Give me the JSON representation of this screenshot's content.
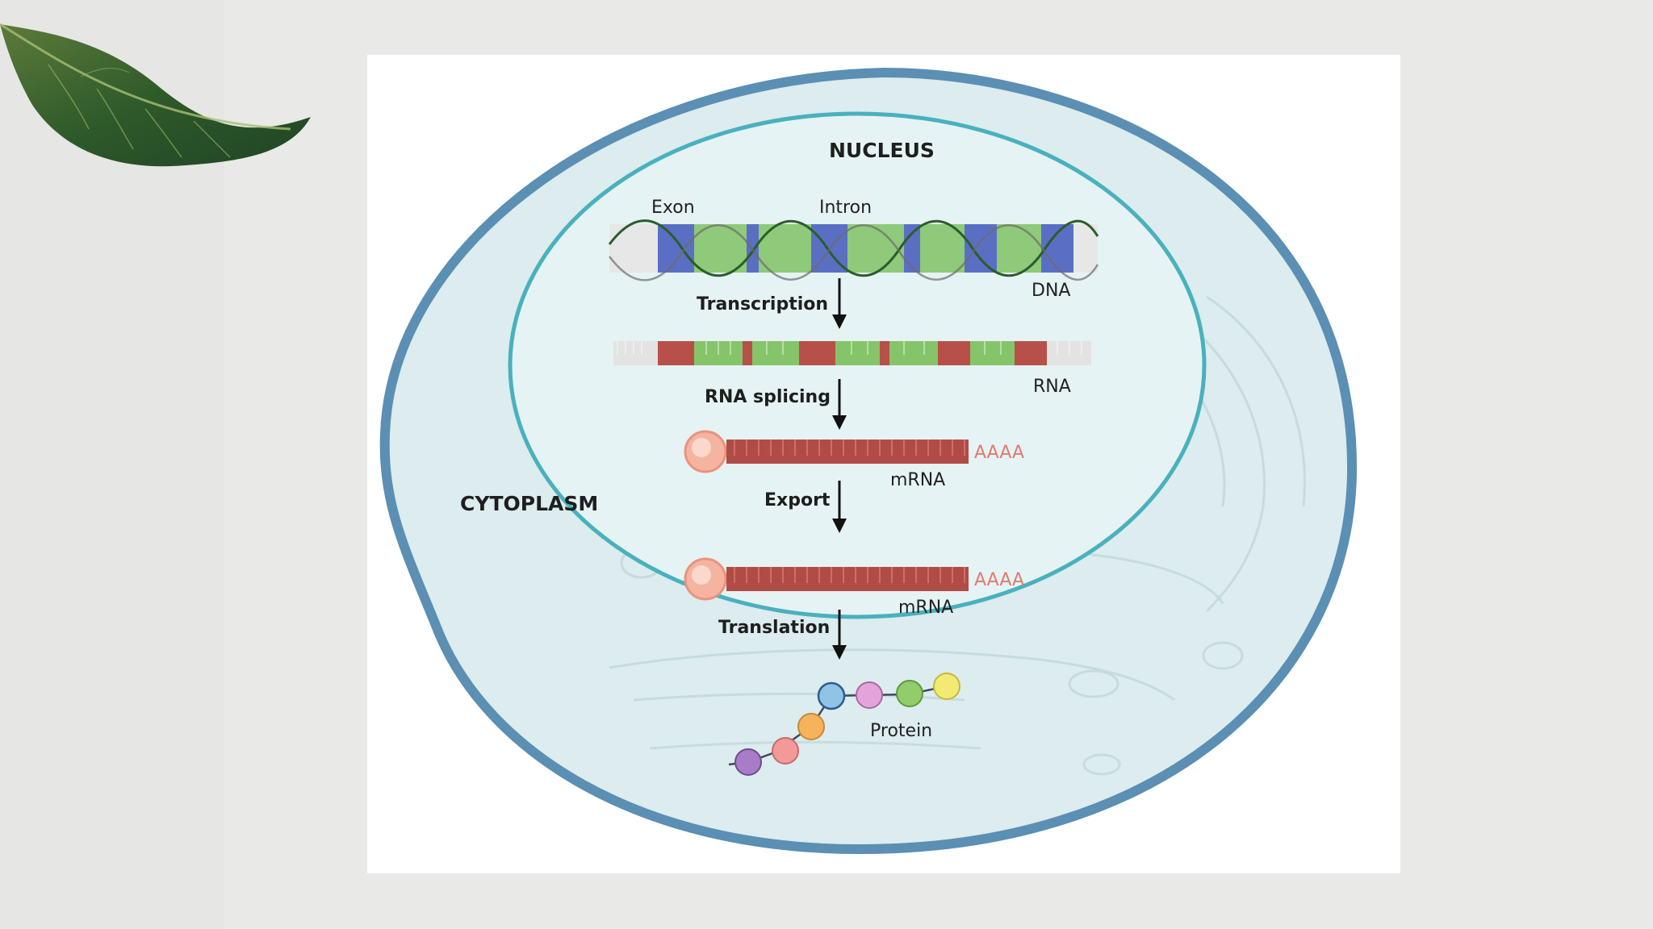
{
  "labels": {
    "nucleus": "NUCLEUS",
    "cytoplasm": "CYTOPLASM",
    "exon": "Exon",
    "intron": "Intron",
    "dna": "DNA",
    "rna": "RNA",
    "mrna_nuclear": "mRNA",
    "mrna_cytoplasm": "mRNA",
    "poly_a_nuclear": "AAAA",
    "poly_a_cytoplasm": "AAAA",
    "protein": "Protein"
  },
  "steps": {
    "transcription": "Transcription",
    "rna_splicing": "RNA splicing",
    "export": "Export",
    "translation": "Translation"
  },
  "colors": {
    "background": "#e9e9e7",
    "cell_membrane": "#5b8fb3",
    "cell_fill": "#dcecef",
    "nucleus_membrane": "#49b1bd",
    "exon": "#5a6fc4",
    "intron": "#8fc97a",
    "rna_exon": "#b65048",
    "rna_intron": "#86c46a",
    "mrna_body": "#b04c45",
    "cap": "#f4b4a0",
    "poly_a": "#e07a70",
    "protein_beads": [
      "#8fc4e6",
      "#e5a3dc",
      "#93cc6b",
      "#f2ea73",
      "#f5b45c",
      "#f29a9a",
      "#a87cc8"
    ]
  },
  "icons": [
    "leaf-decoration-icon",
    "down-arrow-icon"
  ]
}
